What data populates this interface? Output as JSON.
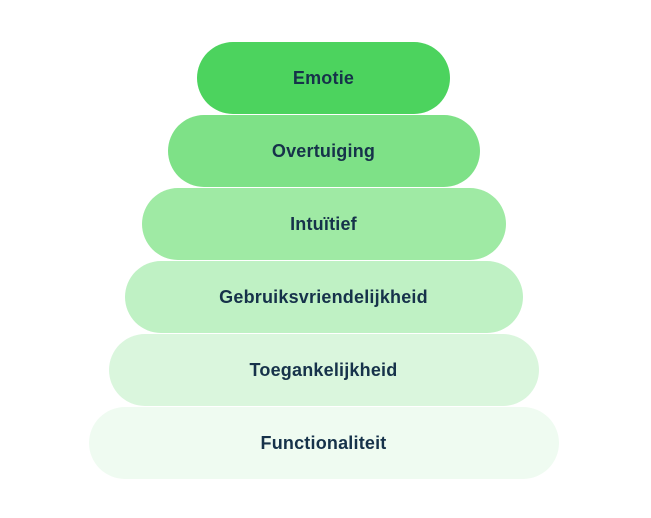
{
  "diagram": {
    "type": "pyramid",
    "background_color": "#FFFFFF",
    "text_color": "#16324A",
    "levels": [
      {
        "label": "Emotie",
        "color": "#4CD35E"
      },
      {
        "label": "Overtuiging",
        "color": "#7EE187"
      },
      {
        "label": "Intuïtief",
        "color": "#9FEAA4"
      },
      {
        "label": "Gebruiksvriendelijkheid",
        "color": "#BFF1C4"
      },
      {
        "label": "Toegankelijkheid",
        "color": "#DAF6DD"
      },
      {
        "label": "Functionaliteit",
        "color": "#EFFBF1"
      }
    ]
  }
}
